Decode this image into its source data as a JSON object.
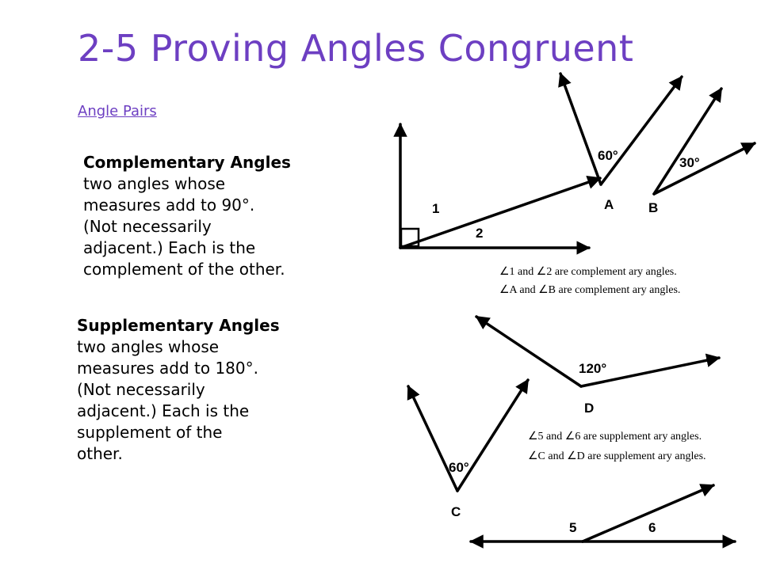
{
  "title": "2-5 Proving Angles Congruent",
  "section_heading": "Angle Pairs",
  "complementary": {
    "heading": "Complementary Angles",
    "lines": [
      "two angles whose",
      "measures add to 90°.",
      "(Not necessarily",
      "adjacent.)  Each is the",
      "complement of the other."
    ]
  },
  "supplementary": {
    "heading": "Supplementary Angles",
    "lines": [
      "two angles whose",
      "measures add to 180°.",
      "(Not necessarily",
      "adjacent.)  Each is the",
      "supplement of the",
      "other."
    ]
  },
  "figure": {
    "angle_1": "1",
    "angle_2": "2",
    "angle_A": "60°",
    "vertex_A": "A",
    "angle_B": "30°",
    "vertex_B": "B",
    "comp_statement_1": "∠1 and ∠2 are complement ary angles.",
    "comp_statement_2": "∠A and ∠B are complement ary angles.",
    "angle_D": "120°",
    "vertex_D": "D",
    "angle_C": "60°",
    "vertex_C": "C",
    "supp_statement_1": "∠5 and ∠6 are supplement ary angles.",
    "supp_statement_2": "∠C and ∠D are supplement ary angles.",
    "angle_5": "5",
    "angle_6": "6"
  }
}
